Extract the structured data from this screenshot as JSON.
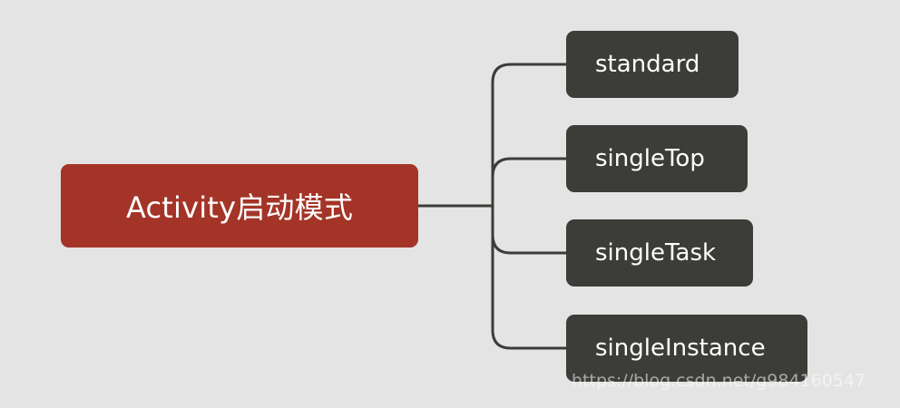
{
  "diagram": {
    "root": {
      "label": "Activity启动模式"
    },
    "children": [
      {
        "label": "standard"
      },
      {
        "label": "singleTop"
      },
      {
        "label": "singleTask"
      },
      {
        "label": "singleInstance"
      }
    ]
  },
  "colors": {
    "background": "#e4e4e4",
    "root_fill": "#a43427",
    "child_fill": "#3c3c39",
    "connector": "#3c3c39",
    "text": "#ffffff"
  },
  "watermark": {
    "text": "https://blog.csdn.net/g984160547"
  }
}
